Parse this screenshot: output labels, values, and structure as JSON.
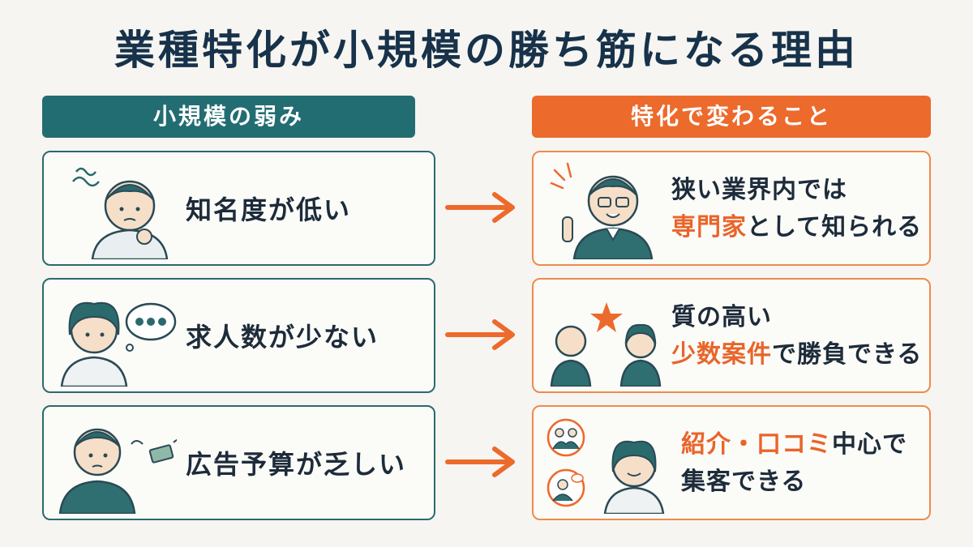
{
  "title": "業種特化が小規模の勝ち筋になる理由",
  "headers": {
    "left": "小規模の弱み",
    "right": "特化で変わること"
  },
  "rows": [
    {
      "weakness": "知名度が低い",
      "change_line1": "狭い業界内では",
      "change_highlight": "専門家",
      "change_line2_rest": "として知られる"
    },
    {
      "weakness": "求人数が少ない",
      "change_line1": "質の高い",
      "change_highlight": "少数案件",
      "change_line2_rest": "で勝負できる"
    },
    {
      "weakness": "広告予算が乏しい",
      "change_line1_highlight": "紹介・口コミ",
      "change_line1_rest": "中心で",
      "change_line2": "集客できる"
    }
  ],
  "colors": {
    "teal": "#226d72",
    "orange": "#ec6a2c",
    "navy": "#17324a",
    "background": "#f6f5f1"
  }
}
